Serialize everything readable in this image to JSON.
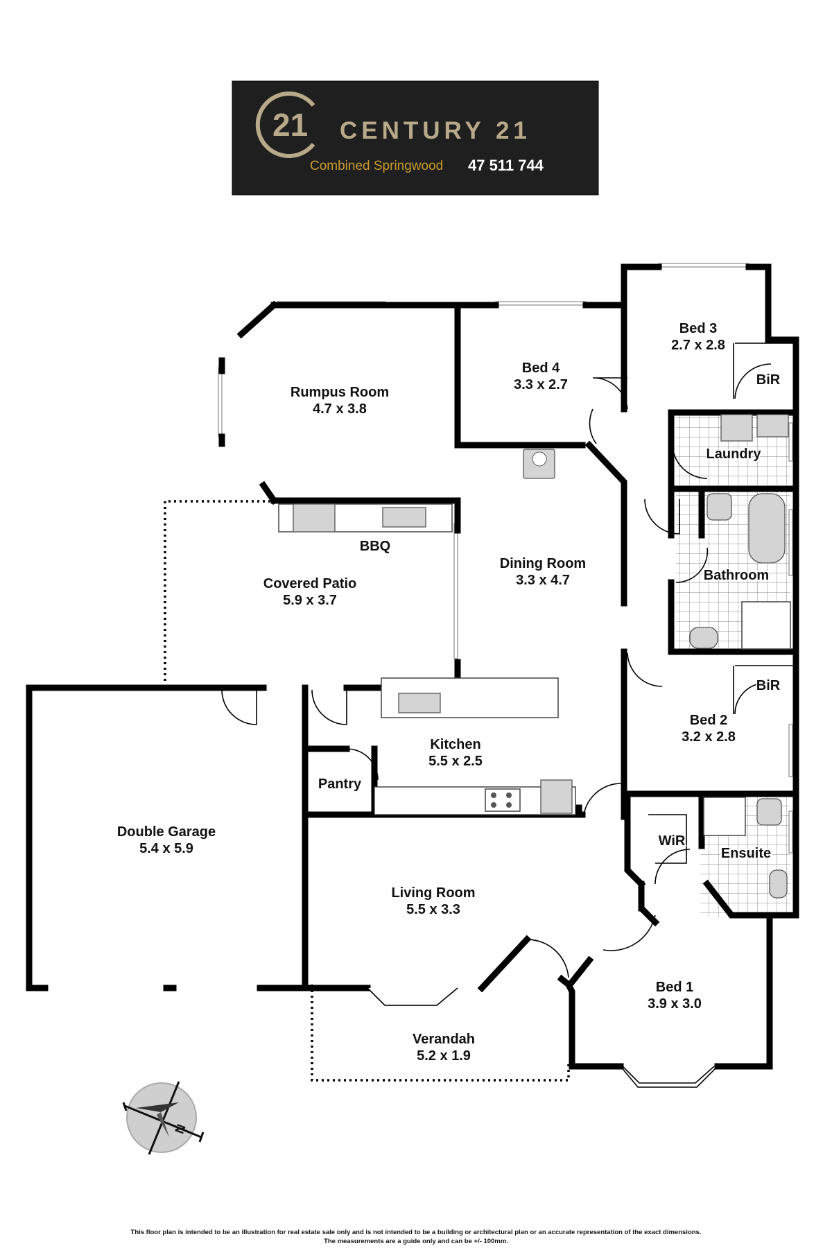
{
  "branding": {
    "logo_mark": "21",
    "brand_name": "CENTURY 21",
    "office": "Combined Springwood",
    "phone": "47 511 744"
  },
  "rooms": [
    {
      "id": "rumpus",
      "name": "Rumpus Room",
      "size": "4.7 x 3.8"
    },
    {
      "id": "bed4",
      "name": "Bed 4",
      "size": "3.3 x 2.7"
    },
    {
      "id": "bed3",
      "name": "Bed 3",
      "size": "2.7 x 2.8"
    },
    {
      "id": "bir3",
      "name": "BiR",
      "size": ""
    },
    {
      "id": "laundry",
      "name": "Laundry",
      "size": ""
    },
    {
      "id": "bathroom",
      "name": "Bathroom",
      "size": ""
    },
    {
      "id": "bbq",
      "name": "BBQ",
      "size": ""
    },
    {
      "id": "dining",
      "name": "Dining Room",
      "size": "3.3 x 4.7"
    },
    {
      "id": "patio",
      "name": "Covered Patio",
      "size": "5.9 x 3.7"
    },
    {
      "id": "bir2",
      "name": "BiR",
      "size": ""
    },
    {
      "id": "bed2",
      "name": "Bed 2",
      "size": "3.2 x 2.8"
    },
    {
      "id": "kitchen",
      "name": "Kitchen",
      "size": "5.5 x 2.5"
    },
    {
      "id": "pantry",
      "name": "Pantry",
      "size": ""
    },
    {
      "id": "garage",
      "name": "Double Garage",
      "size": "5.4 x 5.9"
    },
    {
      "id": "wir",
      "name": "WiR",
      "size": ""
    },
    {
      "id": "ensuite",
      "name": "Ensuite",
      "size": ""
    },
    {
      "id": "living",
      "name": "Living Room",
      "size": "5.5 x 3.3"
    },
    {
      "id": "bed1",
      "name": "Bed 1",
      "size": "3.9 x 3.0"
    },
    {
      "id": "verandah",
      "name": "Verandah",
      "size": "5.2 x 1.9"
    }
  ],
  "compass": {
    "icon": "north-arrow-icon",
    "north_label": "N"
  },
  "disclaimer": {
    "line1": "This floor plan is intended to be an illustration for real estate sale only and is not intended to be a building or architectural plan or an accurate representation of the exact dimensions.",
    "line2": "The measurements are a guide only and can be +/- 100mm."
  },
  "colors": {
    "wall": "#000000",
    "logo_background": "#1f1f1f",
    "logo_gold": "#b8a98a",
    "office_text": "#c99a2e",
    "tile_grid": "#888888",
    "compass_disc": "#cfcfcf"
  }
}
